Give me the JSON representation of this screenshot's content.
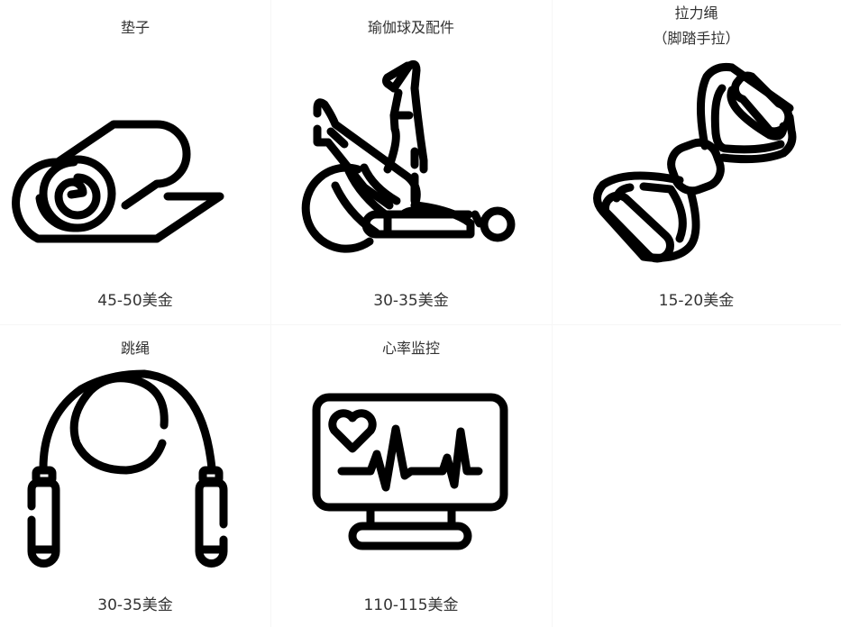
{
  "products": [
    {
      "title": "垫子",
      "subtitle": "",
      "price": "45-50美金",
      "icon": "yoga-mat-icon"
    },
    {
      "title": "瑜伽球及配件",
      "subtitle": "",
      "price": "30-35美金",
      "icon": "yoga-ball-icon"
    },
    {
      "title": "拉力绳",
      "subtitle": "（脚踏手拉）",
      "price": "15-20美金",
      "icon": "resistance-band-icon"
    },
    {
      "title": "跳绳",
      "subtitle": "",
      "price": "30-35美金",
      "icon": "jump-rope-icon"
    },
    {
      "title": "心率监控",
      "subtitle": "",
      "price": "110-115美金",
      "icon": "heart-rate-monitor-icon"
    }
  ],
  "colors": {
    "icon_stroke": "#000000",
    "text": "#333333",
    "background": "#ffffff",
    "divider": "#f6f6f6"
  }
}
